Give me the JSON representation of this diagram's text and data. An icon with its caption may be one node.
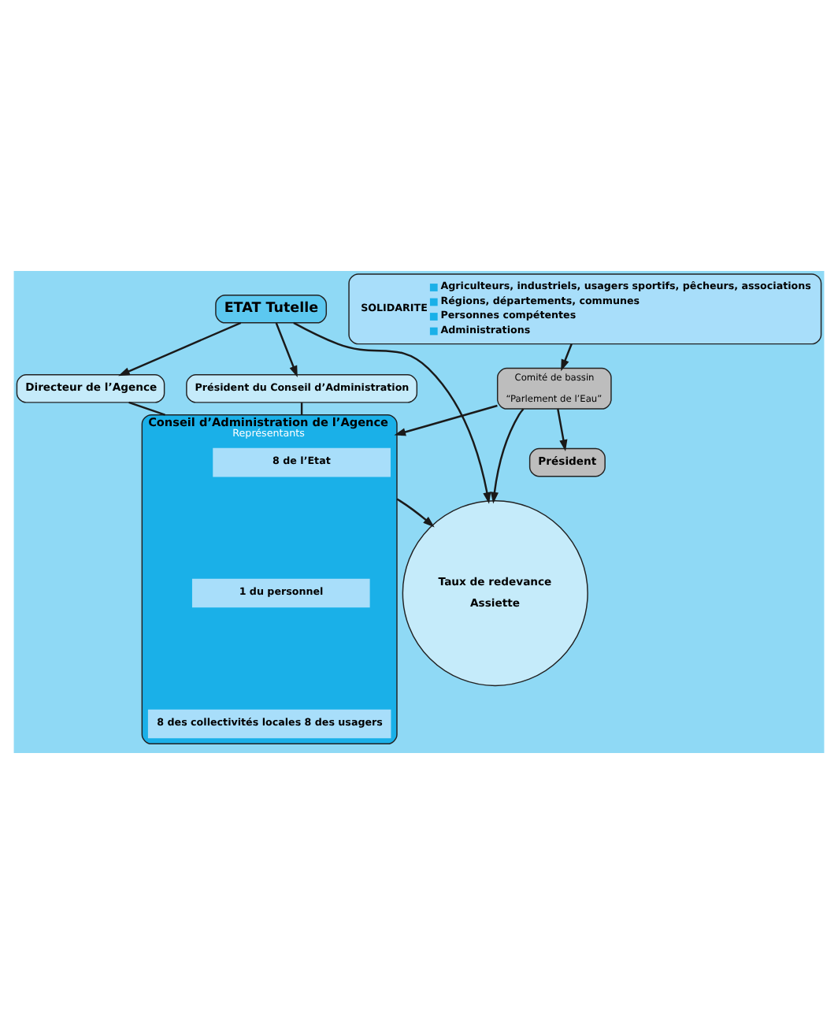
{
  "diagram": {
    "nodes": [
      {
        "text": [
          "ETAT Tutelle"
        ]
      },
      {
        "text": [
          "Président du Conseil d’Administration"
        ]
      },
      {
        "text": [
          "Directeur de l’Agence"
        ]
      },
      {
        "text": [
          "Conseil d’Administration de l’Agence",
          "Représentants"
        ]
      },
      {
        "text": [
          "8 de l’Etat"
        ],
        "in": 3
      },
      {
        "text": [
          "1 du personnel"
        ],
        "in": 3
      },
      {
        "text": [
          "8 des collectivités locales 8 des usagers"
        ],
        "in": 3
      },
      {
        "text": [
          "Taux de redevance",
          "Assiette"
        ]
      },
      {
        "text": [
          "Président"
        ]
      },
      {
        "text": [
          "Comité de bassin",
          "“Parlement de l’Eau”"
        ]
      },
      {
        "text": [
          "SOLIDARITE",
          "Agriculteurs, industriels, usagers sportifs, pêcheurs, associations",
          "Régions, départements, communes",
          "Personnes compétentes",
          "Administrations"
        ]
      }
    ],
    "edges": [
      {
        "from": 0,
        "to": 1,
        "arrow": "to"
      },
      {
        "from": 0,
        "to": 2,
        "arrow": "to"
      },
      {
        "from": 1,
        "to": 3,
        "arrow": "none"
      },
      {
        "from": 2,
        "to": 3,
        "arrow": "none"
      },
      {
        "from": 0,
        "to": 7,
        "arrow": "to"
      },
      {
        "from": 3,
        "to": 7,
        "arrow": "to"
      },
      {
        "from": 9,
        "to": 8,
        "arrow": "to"
      },
      {
        "from": 9,
        "to": 3,
        "arrow": "to"
      },
      {
        "from": 9,
        "to": 7,
        "arrow": "to"
      },
      {
        "from": 10,
        "to": 9,
        "arrow": "to"
      }
    ]
  }
}
